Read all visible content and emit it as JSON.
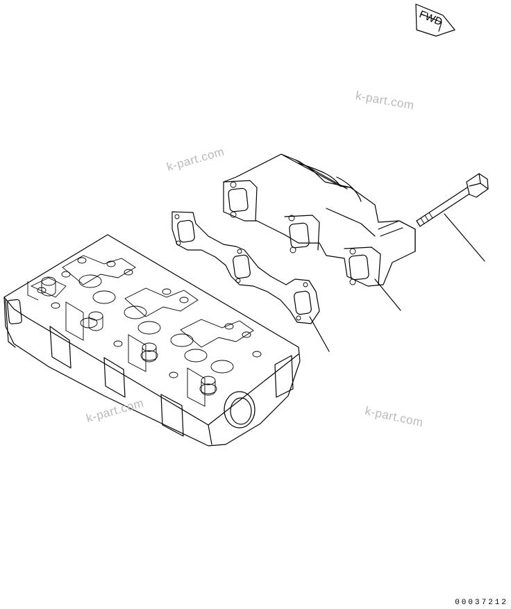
{
  "direction_marker": {
    "label": "FWD",
    "icon": "forward-arrow-icon"
  },
  "watermarks": [
    "k-part.com",
    "k-part.com",
    "k-part.com",
    "k-part.com"
  ],
  "figure_number": "00037212"
}
